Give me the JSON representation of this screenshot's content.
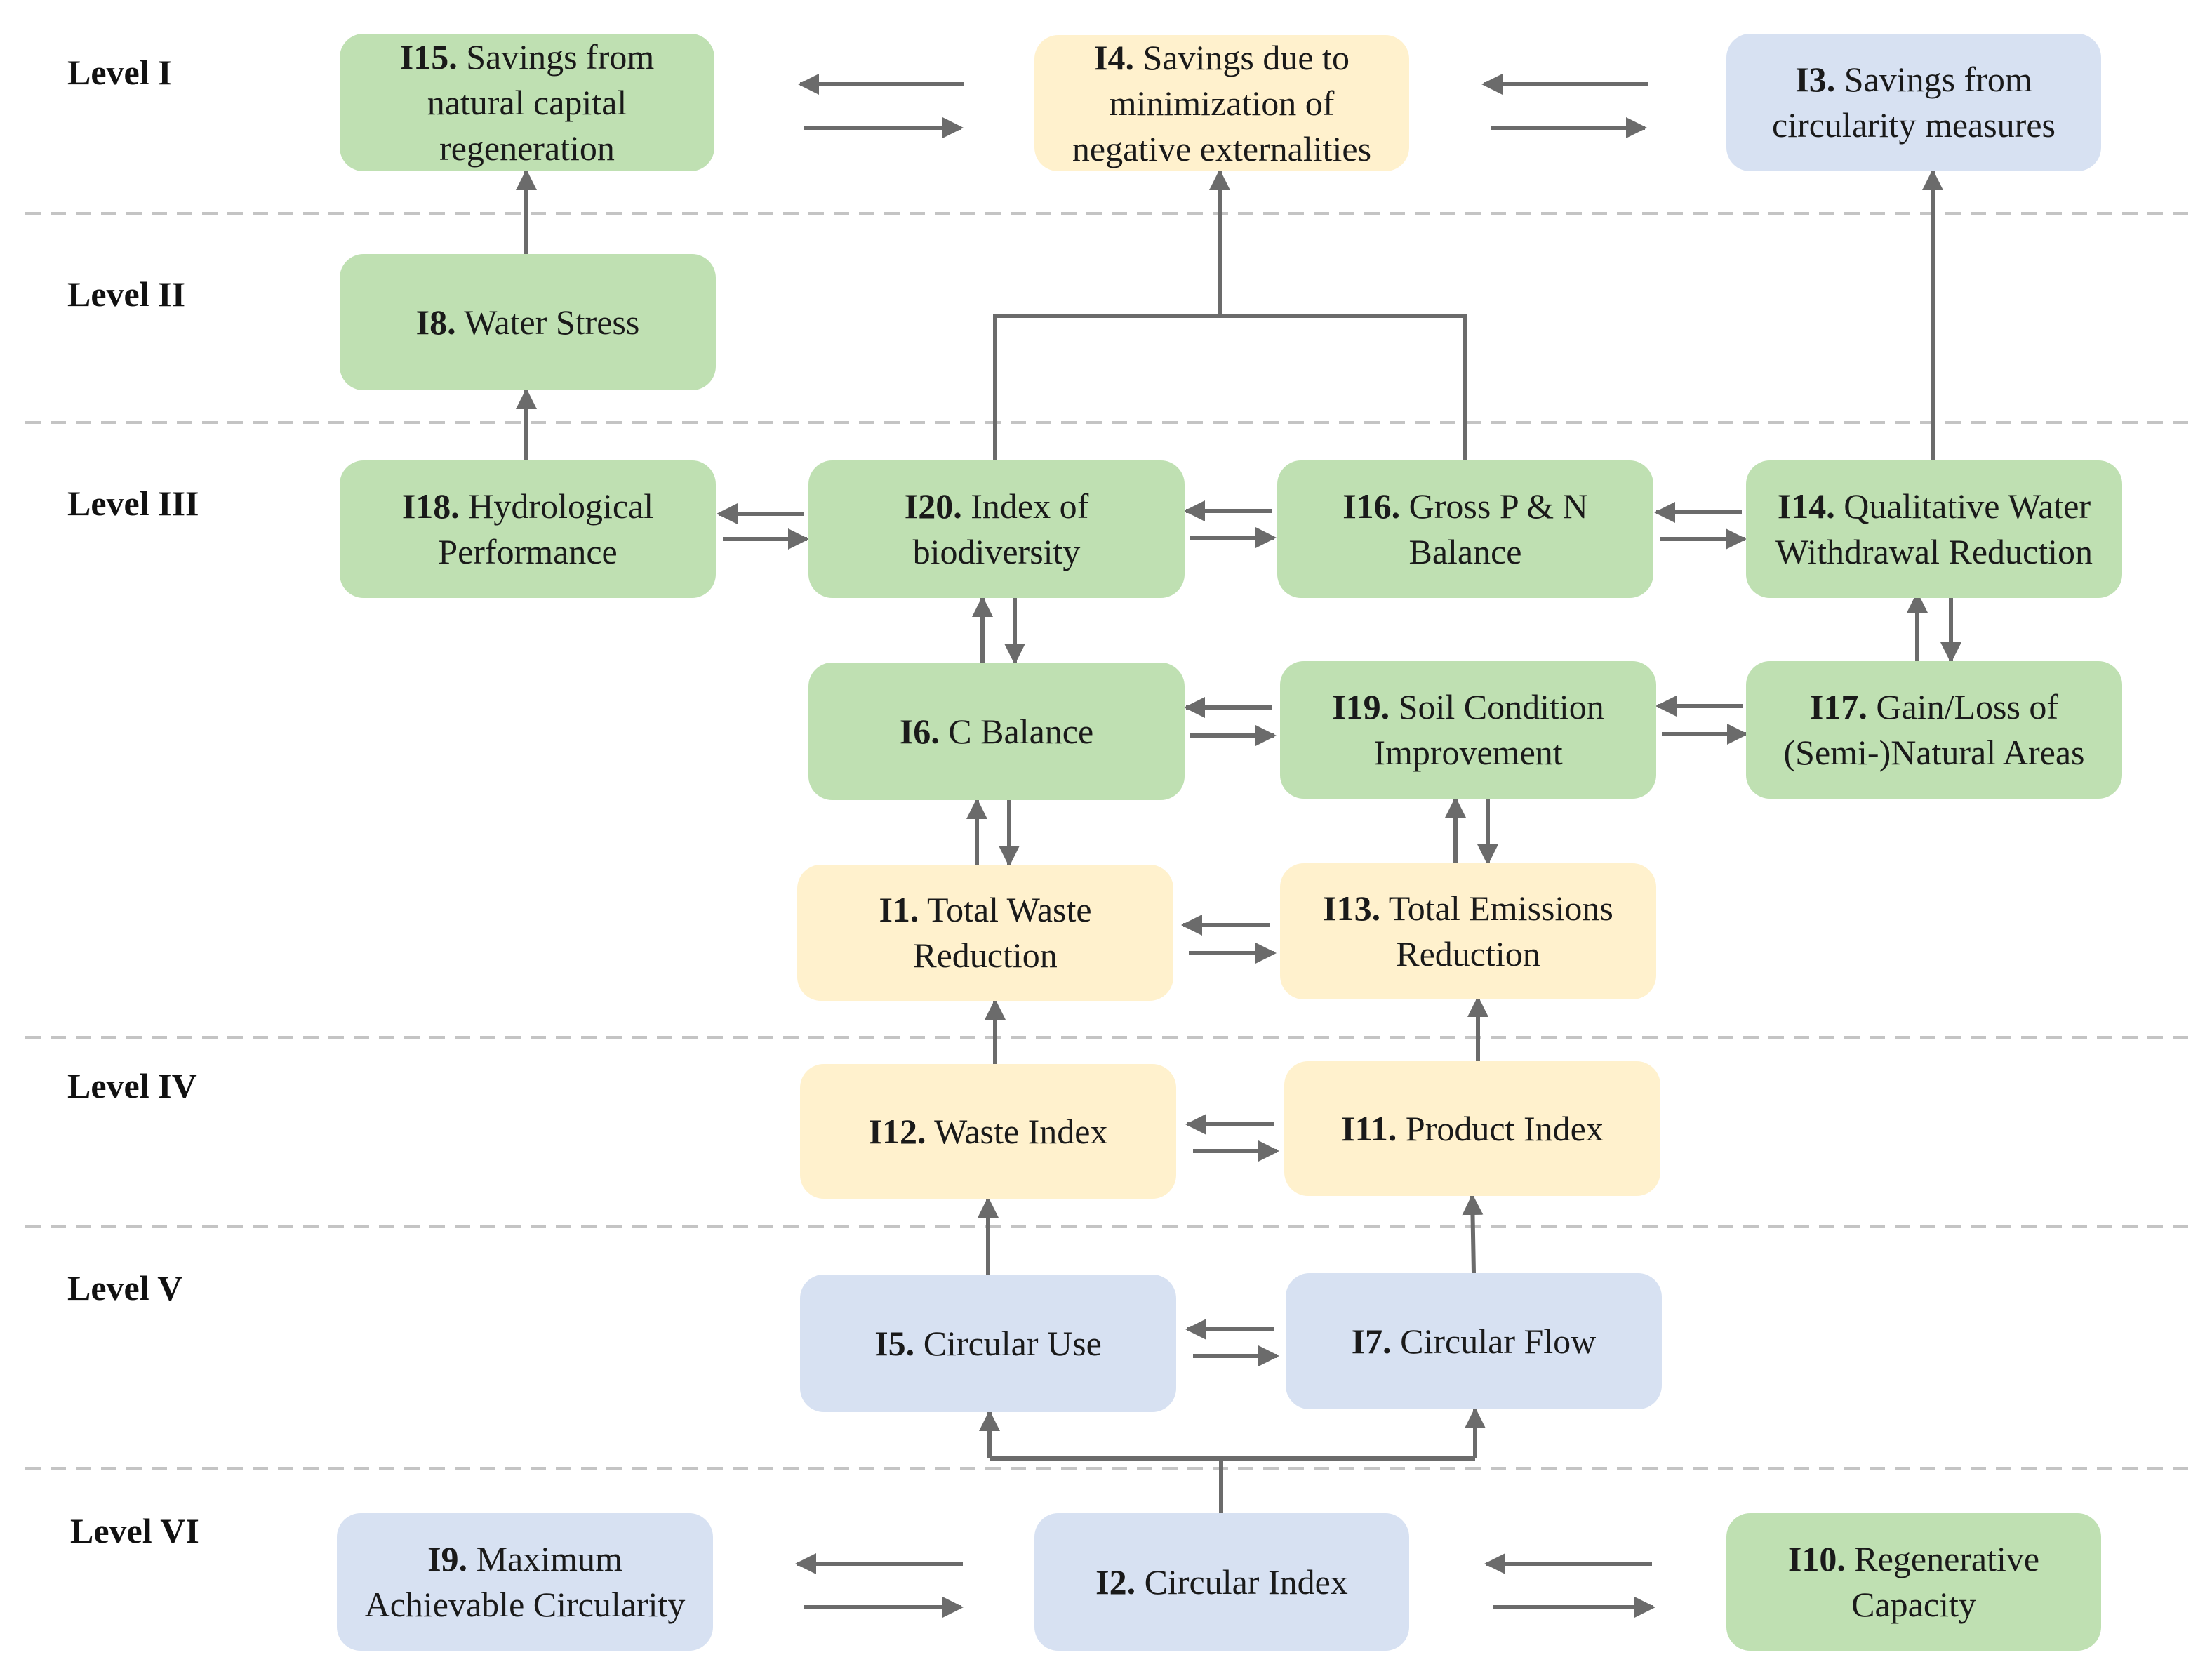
{
  "levels": [
    "Level I",
    "Level II",
    "Level III",
    "Level IV",
    "Level V",
    "Level VI"
  ],
  "colors": {
    "green": "#bfe0b2",
    "yellow": "#fff1cd",
    "blue": "#d7e1f2",
    "arrow": "#6b6b6b",
    "divider": "#c4c4c4"
  },
  "nodes": {
    "I15": {
      "id": "I15.",
      "text": "Savings from natural capital regeneration"
    },
    "I4": {
      "id": "I4.",
      "text": "Savings due to minimization of negative externalities"
    },
    "I3": {
      "id": "I3.",
      "text": "Savings from circularity measures"
    },
    "I8": {
      "id": "I8.",
      "text": "Water Stress"
    },
    "I18": {
      "id": "I18.",
      "text": "Hydrological Performance"
    },
    "I20": {
      "id": "I20.",
      "text": "Index of biodiversity"
    },
    "I16": {
      "id": "I16.",
      "text": "Gross P & N Balance"
    },
    "I14": {
      "id": "I14.",
      "text": "Qualitative Water Withdrawal Reduction"
    },
    "I6": {
      "id": "I6.",
      "text": "C Balance"
    },
    "I19": {
      "id": "I19.",
      "text": "Soil Condition Improvement"
    },
    "I17": {
      "id": "I17.",
      "text": "Gain/Loss of (Semi-)Natural Areas"
    },
    "I1": {
      "id": "I1.",
      "text": "Total Waste Reduction"
    },
    "I13": {
      "id": "I13.",
      "text": "Total Emissions Reduction"
    },
    "I12": {
      "id": "I12.",
      "text": "Waste Index"
    },
    "I11": {
      "id": "I11.",
      "text": "Product Index"
    },
    "I5": {
      "id": "I5.",
      "text": "Circular Use"
    },
    "I7": {
      "id": "I7.",
      "text": "Circular Flow"
    },
    "I9": {
      "id": "I9.",
      "text": "Maximum Achievable Circularity"
    },
    "I2": {
      "id": "I2.",
      "text": "Circular Index"
    },
    "I10": {
      "id": "I10.",
      "text": "Regenerative Capacity"
    }
  }
}
